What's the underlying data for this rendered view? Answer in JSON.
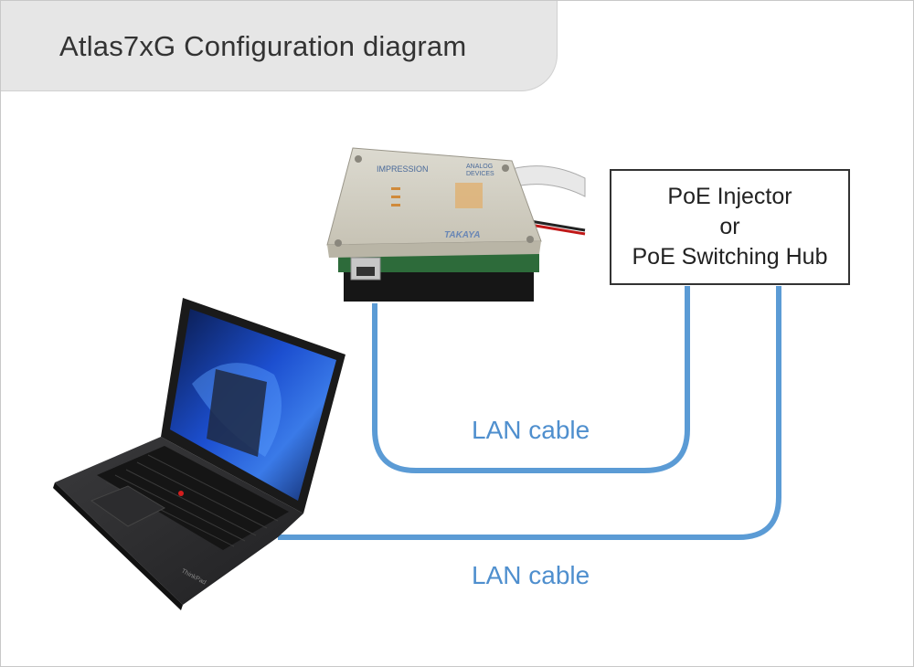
{
  "title": "Atlas7xG Configuration diagram",
  "poe_box": {
    "line1": "PoE Injector",
    "line2": "or",
    "line3": "PoE Switching Hub"
  },
  "cables": {
    "upper_label": "LAN cable",
    "lower_label": "LAN cable",
    "color": "#5b9bd5"
  },
  "device": {
    "brand_left": "IMPRESSION",
    "brand_right_1": "ANALOG",
    "brand_right_2": "DEVICES",
    "maker": "TAKAYA"
  },
  "laptop": {
    "brand": "ThinkPad"
  }
}
